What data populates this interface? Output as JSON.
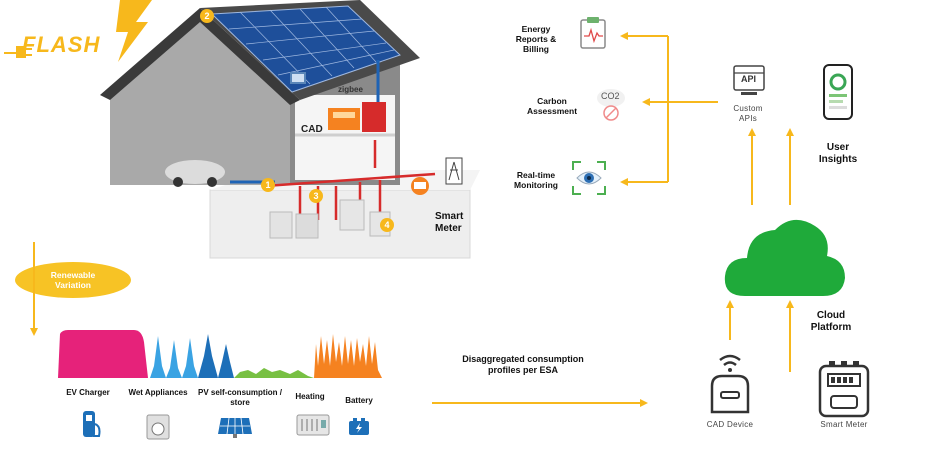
{
  "brand": {
    "name": "FLASH"
  },
  "house": {
    "badges": [
      "1",
      "2",
      "3",
      "4"
    ],
    "zigbee": "zigbee",
    "cad_label": "CAD",
    "smart_meter_label": "Smart Meter"
  },
  "outputs": [
    {
      "label": "Energy Reports & Billing",
      "icon": "clipboard-chart-icon"
    },
    {
      "label": "Carbon Assessment",
      "icon": "co2-icon",
      "icon_text": "CO2"
    },
    {
      "label": "Real-time Monitoring",
      "icon": "eye-scan-icon"
    }
  ],
  "custom_apis": {
    "label": "Custom APIs",
    "icon_text": "API"
  },
  "user_insights": {
    "label": "User Insights"
  },
  "cloud": {
    "label": "Cloud Platform",
    "color": "#1faa3a"
  },
  "renewable": {
    "label": "Renewable Variation",
    "color": "#f7c325"
  },
  "profiles": {
    "label": "Disaggregated consumption profiles per ESA",
    "categories": [
      {
        "name": "EV Charger",
        "color": "#e6227a",
        "icon": "ev-charger-icon"
      },
      {
        "name": "Wet Appliances",
        "color": "#3aa3e3",
        "icon": "washing-machine-icon"
      },
      {
        "name": "PV self-consumption / store",
        "color": "#78c043",
        "icon": "solar-panel-icon"
      },
      {
        "name": "Heating",
        "color": "#f58220",
        "icon": "heater-icon"
      },
      {
        "name": "Battery",
        "color": "#1d6fb8",
        "icon": "battery-icon"
      }
    ]
  },
  "cad_device": {
    "label": "CAD Device"
  },
  "smart_meter": {
    "label": "Smart Meter"
  },
  "accent": "#f7b81c"
}
